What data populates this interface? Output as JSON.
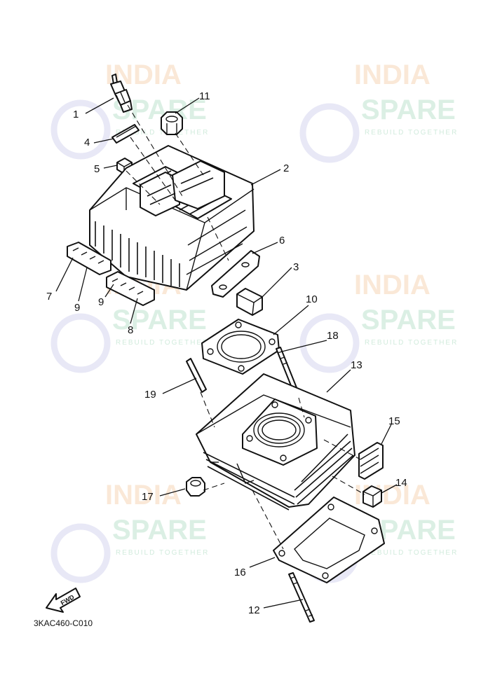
{
  "diagram": {
    "code": "3KAC460-C010",
    "fwd_label": "FWD",
    "watermark": {
      "line1": "INDIA",
      "line2": "SPARE",
      "tagline": "REBUILD TOGETHER",
      "color_primary": "#f6d7b8",
      "color_secondary": "#bfe3cf"
    },
    "callouts": {
      "c1": "1",
      "c2": "2",
      "c3": "3",
      "c4": "4",
      "c5": "5",
      "c6": "6",
      "c7": "7",
      "c8": "8",
      "c9a": "9",
      "c9b": "9",
      "c10": "10",
      "c11": "11",
      "c12": "12",
      "c13": "13",
      "c14": "14",
      "c15": "15",
      "c16": "16",
      "c17": "17",
      "c18": "18",
      "c19": "19"
    }
  }
}
